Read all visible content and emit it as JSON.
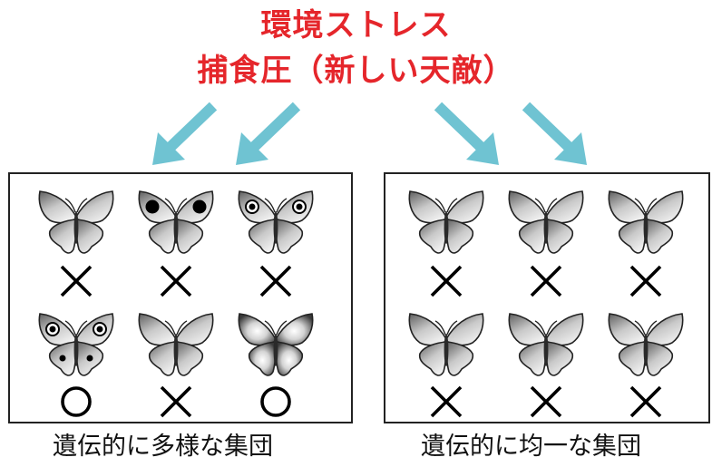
{
  "title_lines": [
    "環境ストレス",
    "捕食圧（新しい天敵）"
  ],
  "colors": {
    "title": "#e5262b",
    "arrow": "#6fc3d2",
    "outline": "#222222"
  },
  "groups": [
    {
      "caption": "遺伝的に多様な集団",
      "individuals": [
        {
          "pattern": "plain",
          "outcome": "×"
        },
        {
          "pattern": "large-black-spots",
          "outcome": "×"
        },
        {
          "pattern": "eye-spots",
          "outcome": "×"
        },
        {
          "pattern": "eye-spots-with-hindwing-dots",
          "outcome": "○"
        },
        {
          "pattern": "plain",
          "outcome": "×"
        },
        {
          "pattern": "glossy-pale-center",
          "outcome": "○"
        }
      ]
    },
    {
      "caption": "遺伝的に均一な集団",
      "individuals": [
        {
          "pattern": "plain",
          "outcome": "×"
        },
        {
          "pattern": "plain",
          "outcome": "×"
        },
        {
          "pattern": "plain",
          "outcome": "×"
        },
        {
          "pattern": "plain",
          "outcome": "×"
        },
        {
          "pattern": "plain",
          "outcome": "×"
        },
        {
          "pattern": "plain",
          "outcome": "×"
        }
      ]
    }
  ]
}
